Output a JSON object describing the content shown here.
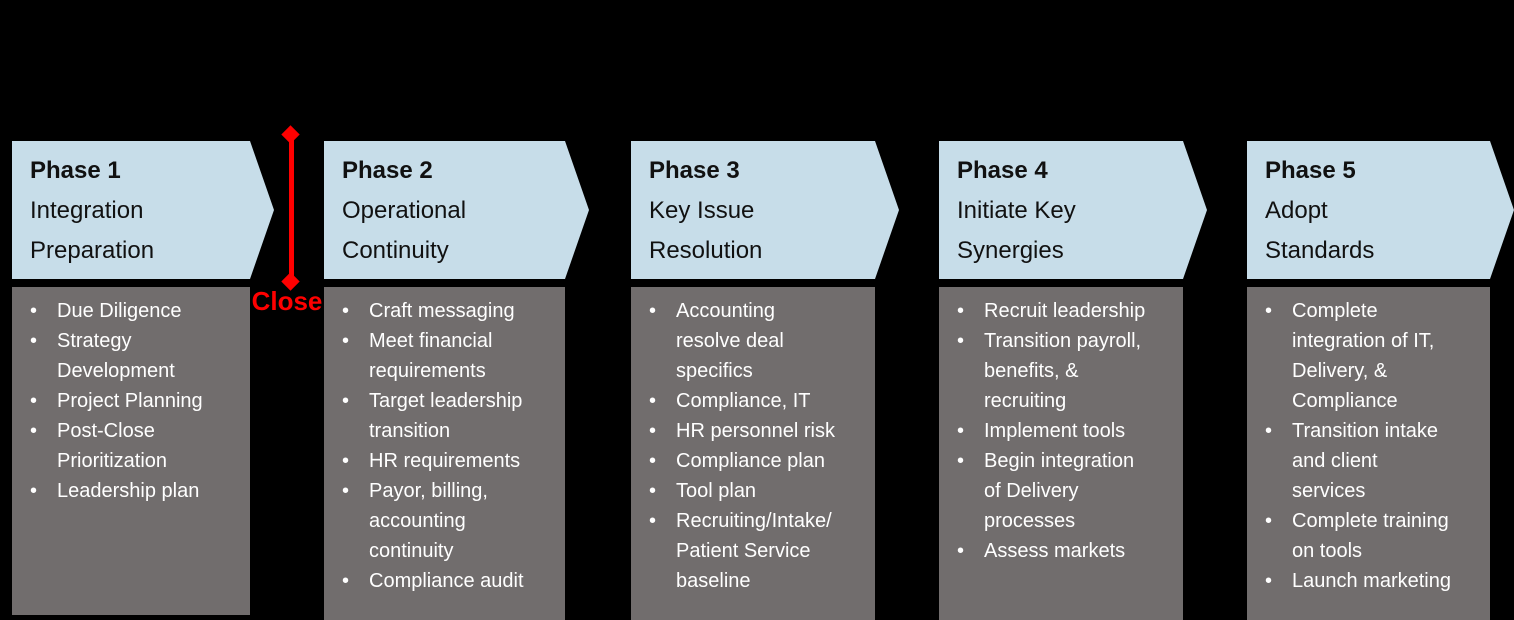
{
  "slide": {
    "background_color": "#000000"
  },
  "colors": {
    "arrow_fill": "#C7DDE9",
    "box_fill": "#716D6D",
    "header_text": "#111111",
    "bullet_text": "#FFFFFF",
    "close_marker_red": "#FF0000"
  },
  "close_marker": {
    "label": "Close"
  },
  "phases": [
    {
      "label": "Phase 1",
      "title": "Integration\nPreparation",
      "bullets": [
        "Due Diligence",
        "Strategy\nDevelopment",
        "Project Planning",
        "Post-Close\nPrioritization",
        "Leadership plan"
      ]
    },
    {
      "label": "Phase 2",
      "title": "Operational\nContinuity",
      "bullets": [
        "Craft messaging",
        "Meet financial\nrequirements",
        "Target leadership\ntransition",
        "HR requirements",
        "Payor, billing,\naccounting\ncontinuity",
        "Compliance audit"
      ]
    },
    {
      "label": "Phase 3",
      "title": "Key Issue\nResolution",
      "bullets": [
        "Accounting\nresolve deal\nspecifics",
        "Compliance, IT",
        "HR personnel risk",
        "Compliance plan",
        "Tool plan",
        "Recruiting/Intake/\nPatient Service\nbaseline"
      ]
    },
    {
      "label": "Phase 4",
      "title": "Initiate Key\nSynergies",
      "bullets": [
        "Recruit leadership",
        "Transition payroll,\nbenefits, &\nrecruiting",
        "Implement tools",
        "Begin integration\nof Delivery\nprocesses",
        "Assess markets"
      ]
    },
    {
      "label": "Phase 5",
      "title": "Adopt\nStandards",
      "bullets": [
        "Complete\nintegration of IT,\nDelivery, &\nCompliance",
        "Transition intake\nand client\nservices",
        "Complete training\non tools",
        "Launch marketing"
      ]
    }
  ]
}
